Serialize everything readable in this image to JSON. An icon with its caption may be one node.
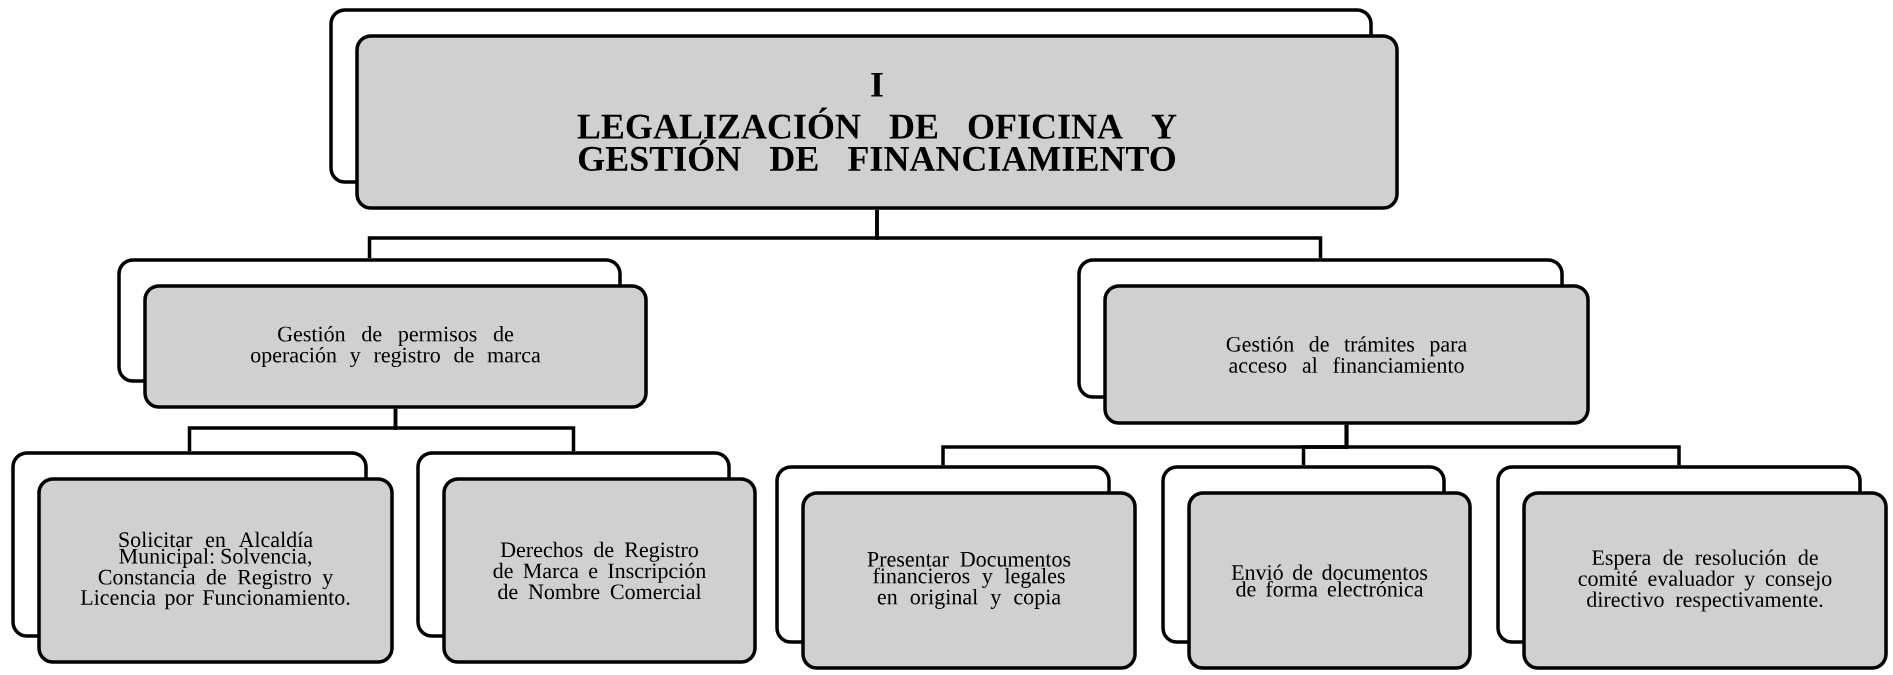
{
  "diagram": {
    "nodes": [
      {
        "text": [
          "I",
          "LEGALIZACIÓN DE OFICINA Y GESTIÓN DE FINANCIAMIENTO"
        ]
      },
      {
        "text": [
          "Gestión de permisos de operación y registro de marca"
        ]
      },
      {
        "text": [
          "Gestión de trámites para acceso al financiamiento"
        ]
      },
      {
        "text": [
          "Solicitar en Alcaldía Municipal: Solvencia, Constancia de Registro y Licencia por Funcionamiento."
        ]
      },
      {
        "text": [
          "Derechos de Registro de Marca e Inscripción de Nombre Comercial"
        ]
      },
      {
        "text": [
          "Presentar Documentos financieros y legales en original y copia"
        ]
      },
      {
        "text": [
          "Envió de documentos de forma electrónica"
        ]
      },
      {
        "text": [
          "Espera de resolución de comité evaluador y consejo directivo respectivamente."
        ]
      }
    ],
    "edges": [
      {
        "from": 0,
        "to": 1,
        "arrow": "none"
      },
      {
        "from": 0,
        "to": 2,
        "arrow": "none"
      },
      {
        "from": 1,
        "to": 3,
        "arrow": "none"
      },
      {
        "from": 1,
        "to": 4,
        "arrow": "none"
      },
      {
        "from": 2,
        "to": 5,
        "arrow": "none"
      },
      {
        "from": 2,
        "to": 6,
        "arrow": "none"
      },
      {
        "from": 2,
        "to": 7,
        "arrow": "none"
      }
    ]
  }
}
